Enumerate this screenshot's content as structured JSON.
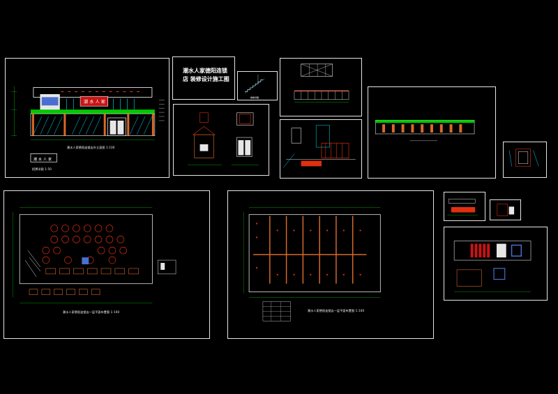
{
  "drawing_set": {
    "title_line1": "潮水人家德阳连锁",
    "title_line2": "店  装修设计施工图"
  },
  "sheets": {
    "facade": {
      "caption": "潮水人家德阳连锁店外立面图 1:100",
      "sign": "潮 水 人 家",
      "sign_small": "潮 水 人 家",
      "sign_caption": "招牌详图 1:50"
    },
    "plan1": {
      "caption": "潮水人家德阳连锁店一层平面布置图 1:100"
    },
    "plan2": {
      "caption": "潮水人家德阳连锁店一层平面布置图 1:100"
    },
    "stair_detail": {
      "caption": "楼梯详图"
    }
  },
  "colors": {
    "background": "#000000",
    "frame": "#e6e6e6",
    "cad_cyan": "#00e5ff",
    "cad_green": "#00c800",
    "cad_red": "#e03010",
    "cad_orange": "#d86a2a",
    "cad_yellow": "#ffe000",
    "cad_magenta": "#e000e0"
  }
}
